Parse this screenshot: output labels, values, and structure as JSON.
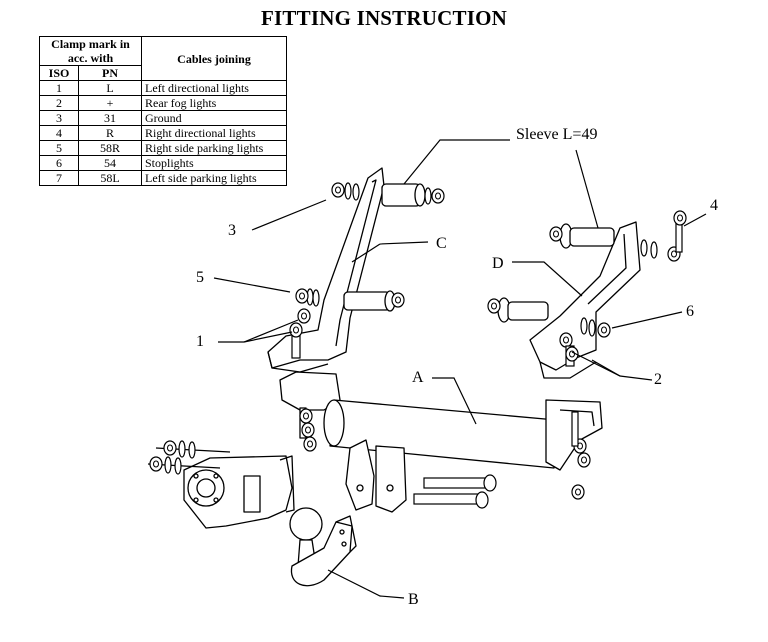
{
  "title": "FITTING INSTRUCTION",
  "table": {
    "header_clamp": "Clamp mark in acc. with",
    "header_cables": "Cables joining",
    "header_iso": "ISO",
    "header_pn": "PN",
    "rows": [
      {
        "iso": "1",
        "pn": "L",
        "desc": "Left directional lights"
      },
      {
        "iso": "2",
        "pn": "+",
        "desc": "Rear fog lights"
      },
      {
        "iso": "3",
        "pn": "31",
        "desc": "Ground"
      },
      {
        "iso": "4",
        "pn": "R",
        "desc": "Right directional lights"
      },
      {
        "iso": "5",
        "pn": "58R",
        "desc": "Right side parking lights"
      },
      {
        "iso": "6",
        "pn": "54",
        "desc": "Stoplights"
      },
      {
        "iso": "7",
        "pn": "58L",
        "desc": "Left side parking lights"
      }
    ]
  },
  "labels": {
    "sleeve": "Sleeve L=49",
    "a": "A",
    "b": "B",
    "c": "C",
    "d": "D",
    "n1": "1",
    "n2": "2",
    "n3": "3",
    "n4": "4",
    "n5": "5",
    "n6": "6"
  }
}
